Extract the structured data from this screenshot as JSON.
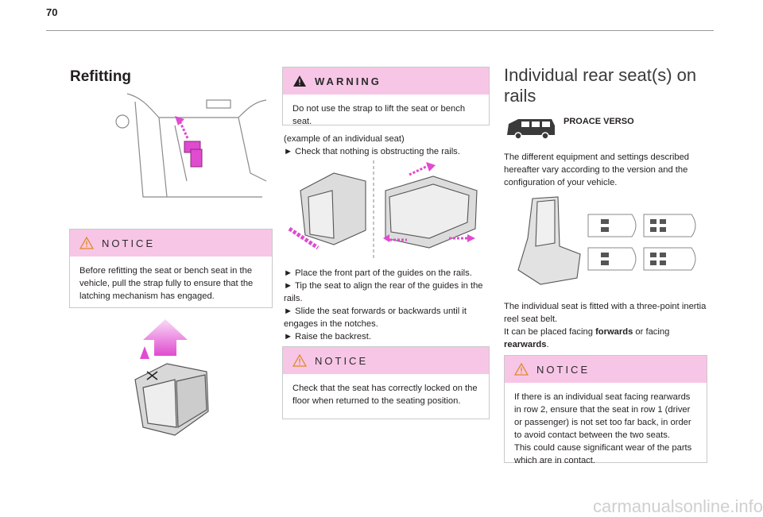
{
  "page": {
    "number": "70",
    "footer_watermark": "carmanualsonline.info"
  },
  "col1": {
    "title": "Refitting",
    "notice": {
      "title": "NOTICE",
      "text": "Before refitting the seat or bench seat in the vehicle, pull the strap fully to ensure that the latching mechanism has engaged."
    }
  },
  "col2": {
    "warning": {
      "title": "WARNING",
      "text": "Do not use the strap to lift the seat or bench seat."
    },
    "para1": [
      "(example of an individual seat)",
      "► Check that nothing is obstructing the rails."
    ],
    "para2": [
      "► Place the front part of the guides on the rails.",
      "► Tip the seat to align the rear of the guides in the rails.",
      "► Slide the seat forwards or backwards until it engages in the notches.",
      "► Raise the backrest."
    ],
    "notice": {
      "title": "NOTICE",
      "text": "Check that the seat has correctly locked on the floor when returned to the seating position."
    }
  },
  "col3": {
    "title": "Individual rear seat(s) on rails",
    "model": "PROACE VERSO",
    "intro": "The different equipment and settings described hereafter vary according to the version and the configuration of your vehicle.",
    "seat_line1": "The individual seat is fitted with a three-point inertia reel seat belt.",
    "seat_line2_pre": "It can be placed facing ",
    "seat_fwd": "forwards",
    "seat_or": " or facing",
    "seat_rwd": "rearwards",
    "seat_end": ".",
    "notice": {
      "title": "NOTICE",
      "text1": "If there is an individual seat facing rearwards in row 2, ensure that the seat in row 1 (driver or passenger) is not set too far back, in order to avoid contact between the two seats.",
      "text2": "This could cause significant wear of the parts which are in contact."
    }
  },
  "colors": {
    "accent_pink": "#f7c6e6",
    "arrow_magenta": "#e04bd0",
    "text": "#231f20"
  },
  "icons": {
    "notice": "warning-triangle-outline-icon",
    "warning": "warning-triangle-filled-icon"
  }
}
